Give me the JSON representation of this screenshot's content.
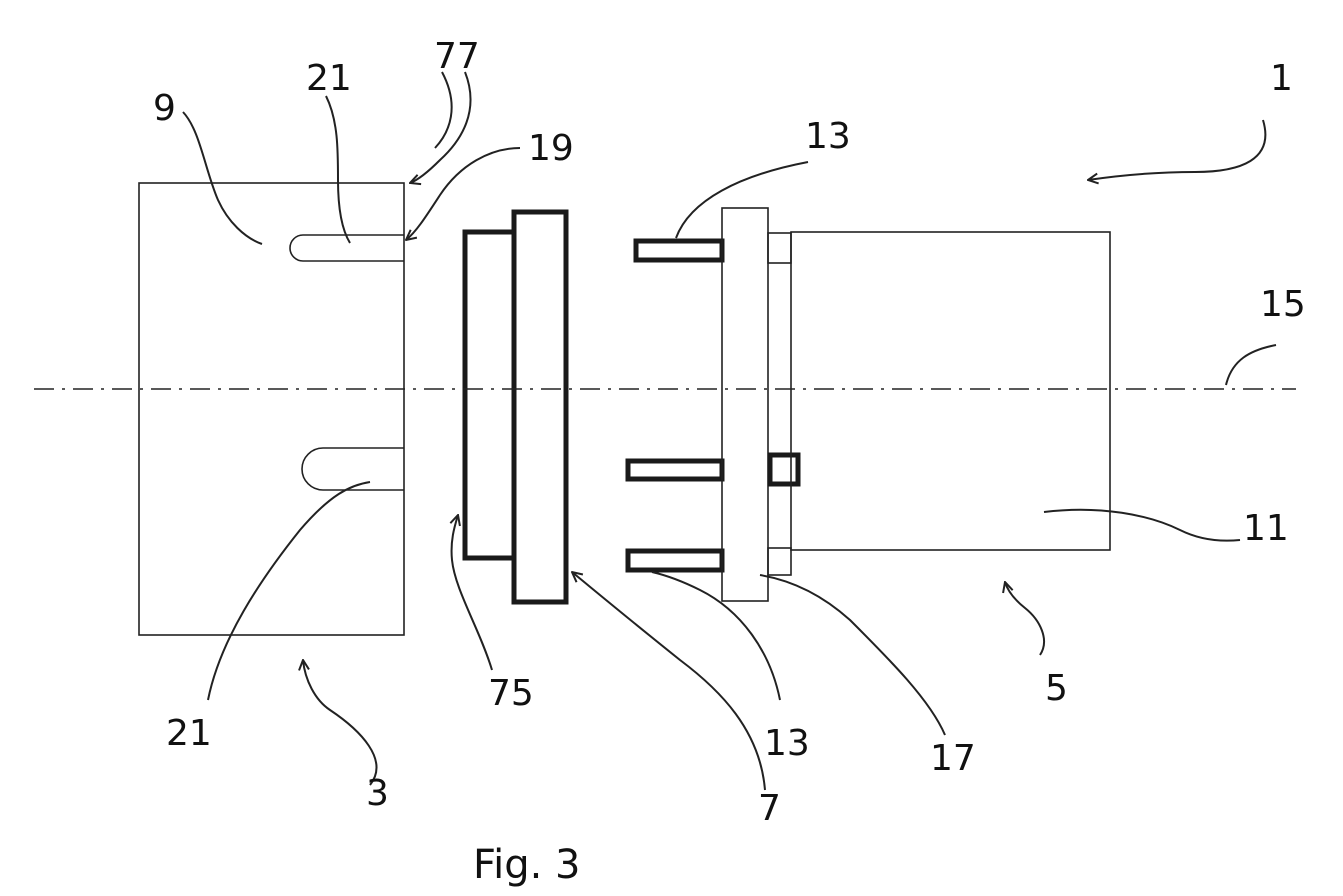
{
  "figure": {
    "caption": "Fig. 3",
    "reference_numerals": {
      "n1": "1",
      "n3": "3",
      "n5": "5",
      "n7": "7",
      "n9": "9",
      "n11": "11",
      "n13_top": "13",
      "n13_bottom": "13",
      "n15": "15",
      "n17": "17",
      "n19": "19",
      "n21_top": "21",
      "n21_bottom": "21",
      "n75": "75",
      "n77": "77"
    }
  }
}
